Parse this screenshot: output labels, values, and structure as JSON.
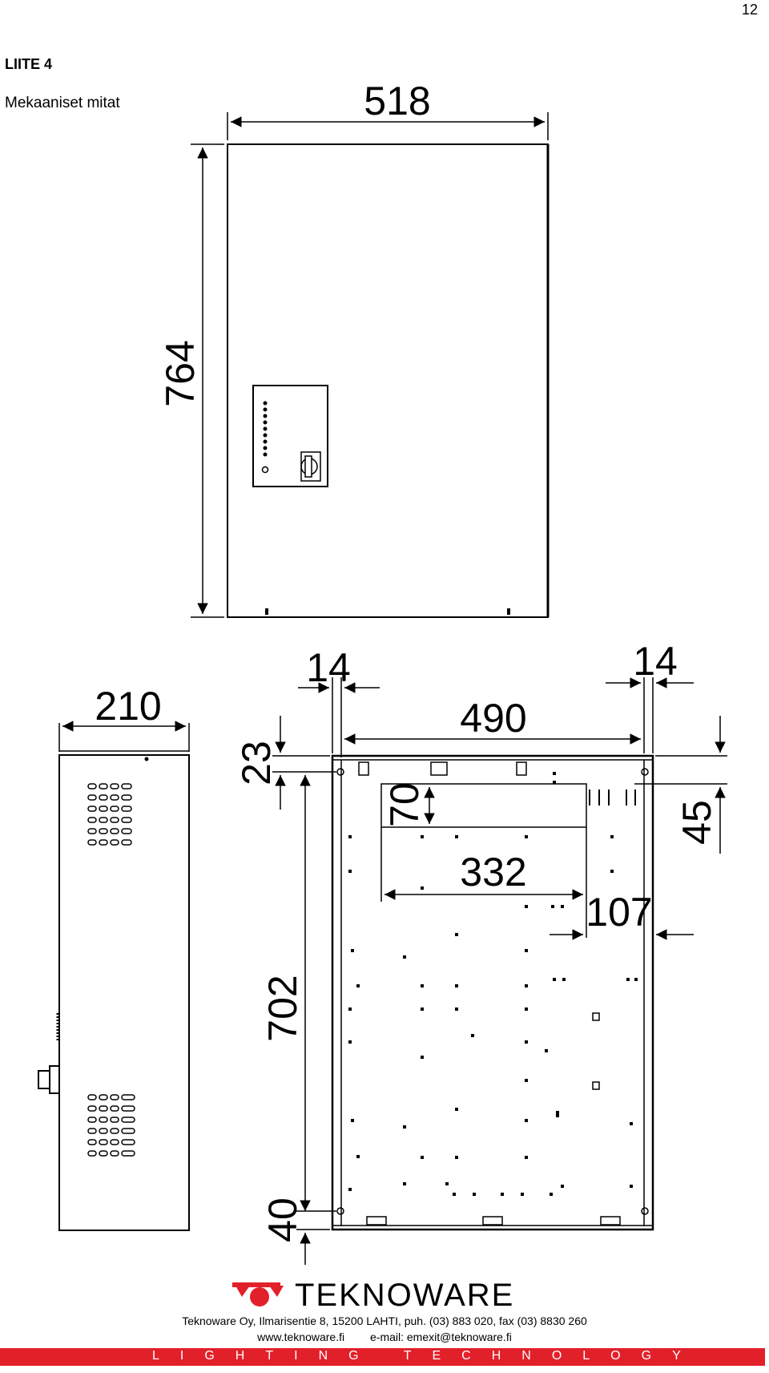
{
  "header": {
    "page_number": "12",
    "title": "LIITE 4",
    "subtitle": "Mekaaniset mitat"
  },
  "dimensions": {
    "front_width": "518",
    "front_height": "764",
    "side_depth": "210",
    "back_margin_left": "14",
    "back_margin_right": "14",
    "back_inner_width": "490",
    "top_offset": "23",
    "right_top_offset": "45",
    "cutout_height": "70",
    "cutout_width": "332",
    "cutout_right": "107",
    "inner_height": "702",
    "bottom_offset": "40"
  },
  "footer": {
    "brand": "TEKNOWARE",
    "address": "Teknoware Oy, Ilmarisentie 8, 15200 LAHTI, puh. (03) 883 020, fax (03) 8830 260",
    "website": "www.teknoware.fi",
    "email": "e-mail: emexit@teknoware.fi",
    "tagline": "LIGHTING TECHNOLOGY"
  },
  "colors": {
    "brand_red": "#e2202a",
    "line": "#000000"
  }
}
